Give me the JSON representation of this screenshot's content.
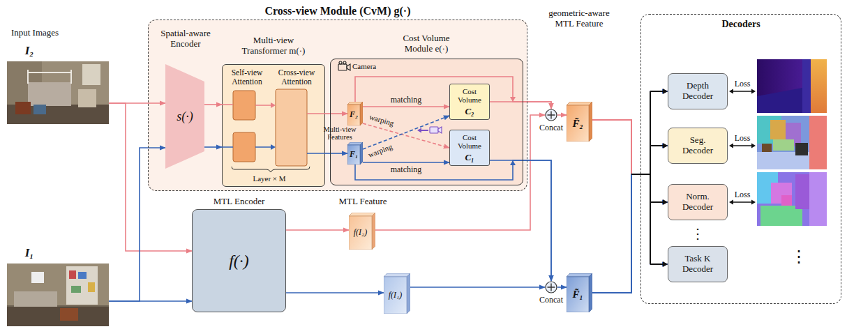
{
  "diagram": {
    "nodes": [
      {
        "text": [
          "I₂"
        ]
      },
      {
        "text": [
          "Cross-view Module (CvM) g(·)"
        ]
      },
      {
        "text": [
          "Spatial-aware Encoder",
          "s(·)"
        ],
        "in": 1
      },
      {
        "text": [
          "Multi-view Transformer m(·)",
          "Self-view Attention",
          "Cross-view Attention"
        ],
        "in": 1
      },
      {
        "text": [
          "Cost Volume Module e(·)"
        ],
        "in": 1
      },
      {
        "text": [
          "F₂"
        ],
        "in": 4
      },
      {
        "text": [
          "F₁"
        ],
        "in": 4
      },
      {
        "text": [
          "Cost Volume",
          "C₂"
        ],
        "in": 4
      },
      {
        "text": [
          "Cost Volume",
          "C₁"
        ],
        "in": 4
      },
      {
        "text": [
          "Concat"
        ]
      },
      {
        "text": [
          "geometric-aware MTL Feature",
          "F̃₂"
        ]
      },
      {
        "text": [
          "Decoders"
        ]
      },
      {
        "text": [
          "Depth Decoder"
        ],
        "in": 11
      },
      {
        "text": [
          "Seg. Decoder"
        ],
        "in": 11
      },
      {
        "text": [
          "Norm. Decoder"
        ],
        "in": 11
      },
      {
        "text": [
          "Task K Decoder"
        ],
        "in": 11
      },
      {
        "text": [
          "MTL Encoder",
          "f(·)"
        ]
      },
      {
        "text": [
          "MTL Feature",
          "f(I₂)"
        ]
      },
      {
        "text": [
          "f(I₁)"
        ]
      },
      {
        "text": [
          "Concat"
        ]
      },
      {
        "text": [
          "F̃₁"
        ]
      },
      {
        "text": [
          "I₁"
        ]
      }
    ],
    "edges": [
      {
        "from": 0,
        "to": 2,
        "arrow": "to"
      },
      {
        "from": 0,
        "to": 16,
        "arrow": "to"
      },
      {
        "from": 21,
        "to": 2,
        "arrow": "to"
      },
      {
        "from": 21,
        "to": 16,
        "arrow": "to"
      },
      {
        "from": 2,
        "to": 3,
        "arrow": "to"
      },
      {
        "from": 2,
        "to": 3,
        "arrow": "to"
      },
      {
        "from": 3,
        "to": 5,
        "arrow": "to"
      },
      {
        "from": 3,
        "to": 6,
        "arrow": "to"
      },
      {
        "from": 5,
        "to": 7,
        "label": "matching",
        "arrow": "to"
      },
      {
        "from": 6,
        "to": 8,
        "label": "matching",
        "arrow": "to"
      },
      {
        "from": 5,
        "to": 8,
        "label": "warping",
        "arrow": "to"
      },
      {
        "from": 6,
        "to": 7,
        "label": "warping",
        "arrow": "to"
      },
      {
        "from": 5,
        "to": 9,
        "arrow": "to"
      },
      {
        "from": 7,
        "to": 9,
        "arrow": "to"
      },
      {
        "from": 17,
        "to": 9,
        "arrow": "to"
      },
      {
        "from": 6,
        "to": 19,
        "arrow": "to"
      },
      {
        "from": 8,
        "to": 19,
        "arrow": "to"
      },
      {
        "from": 18,
        "to": 19,
        "arrow": "to"
      },
      {
        "from": 16,
        "to": 17,
        "arrow": "to"
      },
      {
        "from": 16,
        "to": 18,
        "arrow": "to"
      },
      {
        "from": 9,
        "to": 10,
        "arrow": "to"
      },
      {
        "from": 19,
        "to": 20,
        "arrow": "to"
      },
      {
        "from": 10,
        "to": 12,
        "arrow": "to"
      },
      {
        "from": 10,
        "to": 13,
        "arrow": "to"
      },
      {
        "from": 10,
        "to": 14,
        "arrow": "to"
      },
      {
        "from": 10,
        "to": 15,
        "arrow": "to"
      },
      {
        "from": 20,
        "to": 12,
        "arrow": "to"
      },
      {
        "from": 20,
        "to": 13,
        "arrow": "to"
      },
      {
        "from": 20,
        "to": 14,
        "arrow": "to"
      },
      {
        "from": 20,
        "to": 15,
        "arrow": "to"
      }
    ],
    "labels": [
      "Input Images",
      "Layer × M",
      "Camera",
      "Multi-view Features",
      "Loss",
      "Loss",
      "Loss",
      "⋮",
      "⋮"
    ]
  }
}
